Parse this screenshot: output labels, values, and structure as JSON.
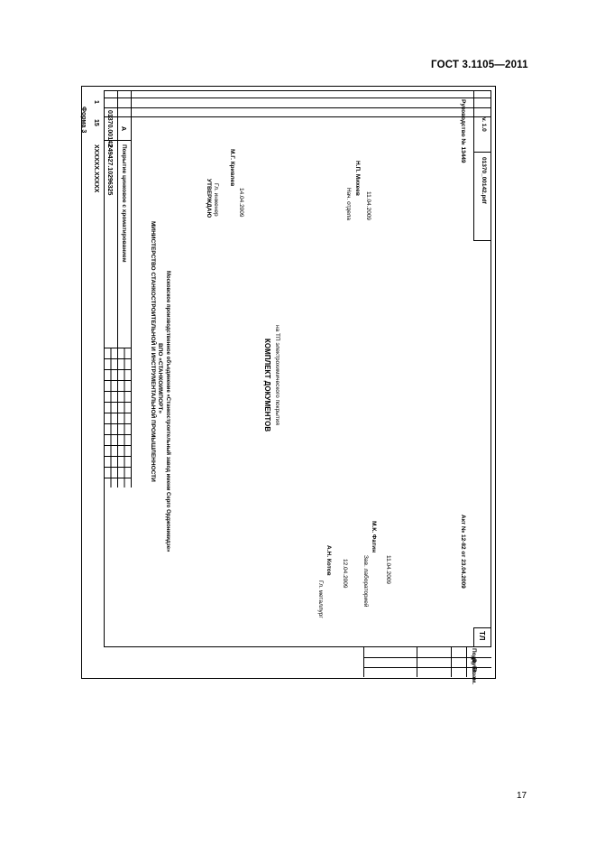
{
  "document": {
    "standard": "ГОСТ  3.1105—2011",
    "form_label": "Форма 3",
    "page_number": "17"
  },
  "title_block": {
    "code_1": "XXXXXX.XXXXX",
    "sheets": "15",
    "sheet": "1",
    "code_2": "249427.10296325",
    "doc_code": "01370.00142",
    "operation": "Покрытие цинковое с хроматированием",
    "letter": "А",
    "bottom_mark": "ТЛ",
    "left_rows": [
      "Подп.",
      "Дубл.",
      "Взам."
    ]
  },
  "header": {
    "ministry": "МИНИСТЕРСТВО СТАНКОСТРОИТЕЛЬНОЙ И ИНСТРУМЕНТАЛЬНОЙ ПРОМЫШЛЕННОСТИ",
    "org": "ВПО «СТАНКОИМПОРТ»",
    "plant": "Московское производственное объединение «Станкостроительный завод имени Серго Орджоникидзе»"
  },
  "body": {
    "title": "КОМПЛЕКТ ДОКУМЕНТОВ",
    "subtitle": "на ТП электрохимического покрытия"
  },
  "approval": {
    "label": "УТВЕРЖДАЮ",
    "role": "Гл. инженер",
    "name": "М.Г. Кривлев",
    "date": "14.04.2009"
  },
  "dept_head": {
    "role": "Нач. отдела",
    "name": "Н.П. Михеев",
    "date": "11.04.2009"
  },
  "metallurgist": {
    "role": "Гл. металлург",
    "name": "А.Н. Котов",
    "date": "12.04.2009"
  },
  "lab_head": {
    "role": "Зав. лабораторией",
    "name": "М.К. Фатин",
    "date": "11.04.2009"
  },
  "act": "Акт № 12-82 от 23.04.2009",
  "manual": "Руководство № 13449",
  "file": {
    "name": "01370_00142.pdf",
    "version": "v. 1.0"
  }
}
